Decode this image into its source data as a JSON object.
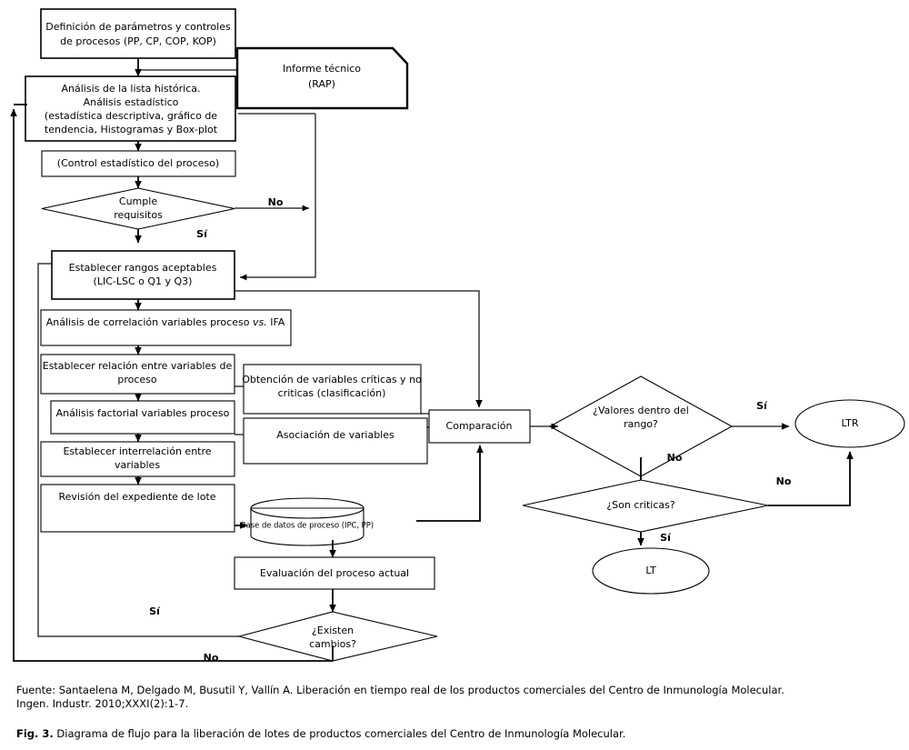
{
  "figure": {
    "nodes": {
      "definicion": "Definición de parámetros y controles\nde procesos (PP, CP, COP, KOP)",
      "definicion_l1": "Definición de parámetros y controles",
      "definicion_l2": "de procesos (PP, CP, COP, KOP)",
      "informe_l1": "Informe técnico",
      "informe_l2": "(RAP)",
      "analisis_l1": "Análisis de la lista histórica.",
      "analisis_l2": "Análisis estadístico",
      "analisis_l3": "(estadística descriptiva, gráfico de",
      "analisis_l4": "tendencia, Histogramas y Box-plot",
      "control": "(Control estadístico del proceso)",
      "cumple_l1": "Cumple",
      "cumple_l2": "requisitos",
      "rangos_l1": "Establecer rangos aceptables",
      "rangos_l2": "(LIC-LSC o Q1 y Q3)",
      "correlacion_a": "Análisis de correlación variables proceso ",
      "correlacion_b": "vs.",
      "correlacion_c": " IFA",
      "relacion_l1": "Establecer relación entre variables de",
      "relacion_l2": "proceso",
      "factorial": "Análisis factorial variables proceso",
      "interrelacion_l1": "Establecer interrelación entre",
      "interrelacion_l2": "variables",
      "revision": "Revisión del expediente de lote",
      "obtencion_l1": "Obtención de variables críticas y no",
      "obtencion_l2": "criticas (clasificación)",
      "asociacion": "Asociación de variables",
      "base_datos": "Base de datos de proceso (IPC, PP)",
      "comparacion": "Comparación",
      "evaluacion": "Evaluación del proceso actual",
      "valores_l1": "¿Valores dentro del",
      "valores_l2": "rango?",
      "son_criticas": "¿Son criticas?",
      "ltr": "LTR",
      "lt": "LT",
      "existen_l1": "¿Existen",
      "existen_l2": "cambios?"
    },
    "edge_labels": {
      "cumple_no": "No",
      "cumple_si": "Sí",
      "valores_si": "Sí",
      "valores_no": "No",
      "criticas_no": "No",
      "criticas_si": "Sí",
      "cambios_si": "Sí",
      "cambios_no": "No"
    },
    "colors": {
      "stroke": "#000000",
      "connector": "#3a3a3a",
      "background": "#ffffff"
    }
  },
  "caption": {
    "source": "Fuente: Santaelena M, Delgado M,  Busutil Y, Vallín A. Liberación en tiempo real de los productos comerciales del Centro de Inmunología Molecular.\nIngen. Industr. 2010;XXXI(2):1-7.",
    "fig_label": "Fig. 3.",
    "fig_text": " Diagrama de flujo para la liberación de lotes de productos comerciales del Centro de Inmunología Molecular."
  }
}
